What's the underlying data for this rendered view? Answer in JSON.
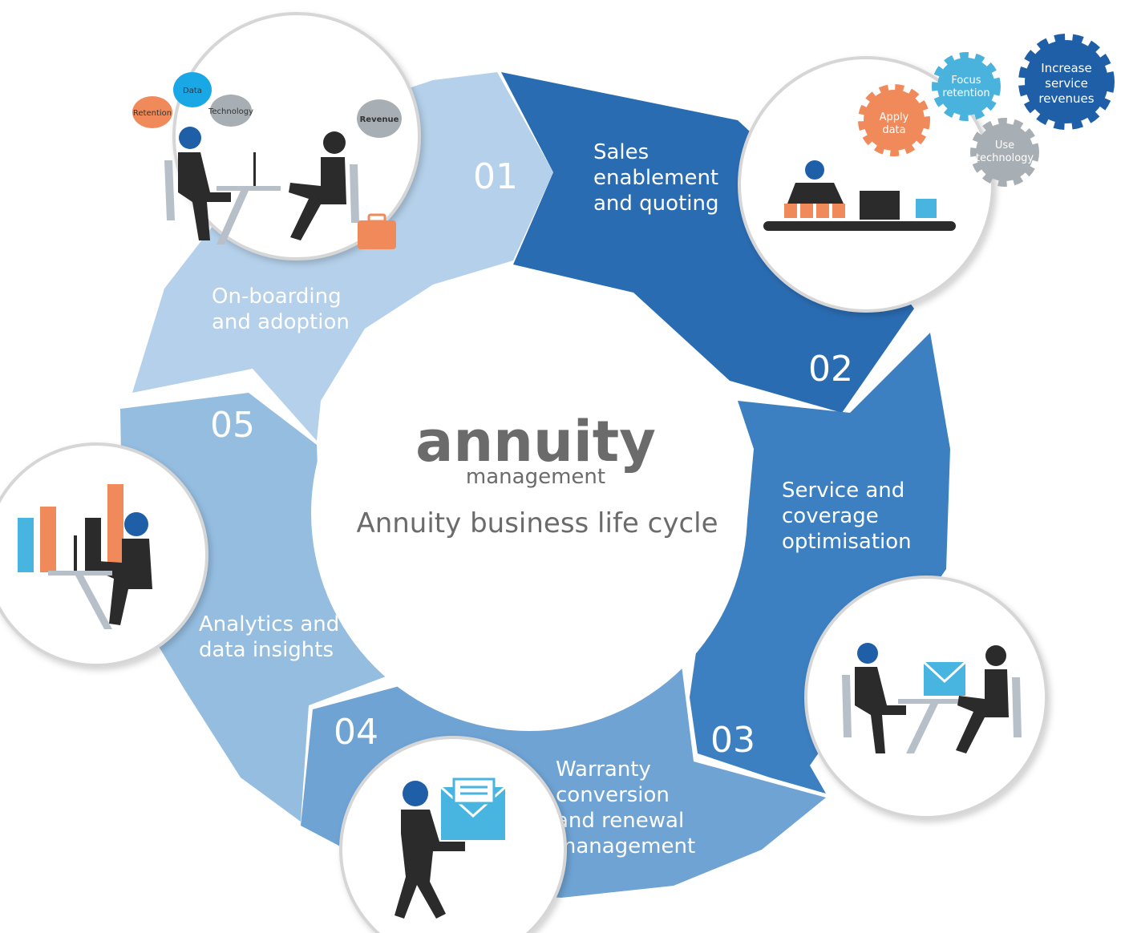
{
  "center": {
    "logo_main": "annuity",
    "logo_sub": "management",
    "subtitle": "Annuity business life cycle"
  },
  "stages": [
    {
      "number": "01",
      "label_lines": [
        "Sales",
        "enablement",
        "and quoting"
      ],
      "color": "#2a6cb2"
    },
    {
      "number": "02",
      "label_lines": [
        "Service and",
        "coverage",
        "optimisation"
      ],
      "color": "#3c80c1"
    },
    {
      "number": "03",
      "label_lines": [
        "Warranty",
        "conversion",
        "and renewal",
        "management"
      ],
      "color": "#6ea3d4"
    },
    {
      "number": "04",
      "label_lines": [
        "Analytics and",
        "data insights"
      ],
      "color": "#94bde0"
    },
    {
      "number": "05",
      "label_lines": [
        "On-boarding",
        "and adoption"
      ],
      "color": "#b4d0ea"
    }
  ],
  "bubbles": {
    "retention": "Retention",
    "data": "Data",
    "technology": "Technology",
    "revenue": "Revenue"
  },
  "gears": {
    "apply_data": [
      "Apply",
      "data"
    ],
    "focus_retention": [
      "Focus",
      "retention"
    ],
    "increase_service_revenues": [
      "Increase",
      "service",
      "revenues"
    ],
    "use_technology": [
      "Use",
      "technology"
    ]
  },
  "colors": {
    "figure_dark": "#2b2b2b",
    "figure_head": "#1f5fa8",
    "accent_orange": "#f08a5a",
    "accent_blue": "#48b4e0",
    "gear_orange": "#f08a5a",
    "gear_cyan": "#4ab3dd",
    "gear_navy": "#1f5fa8",
    "gear_grey": "#a7aeb4",
    "logo_grey": "#6b6b6b"
  }
}
